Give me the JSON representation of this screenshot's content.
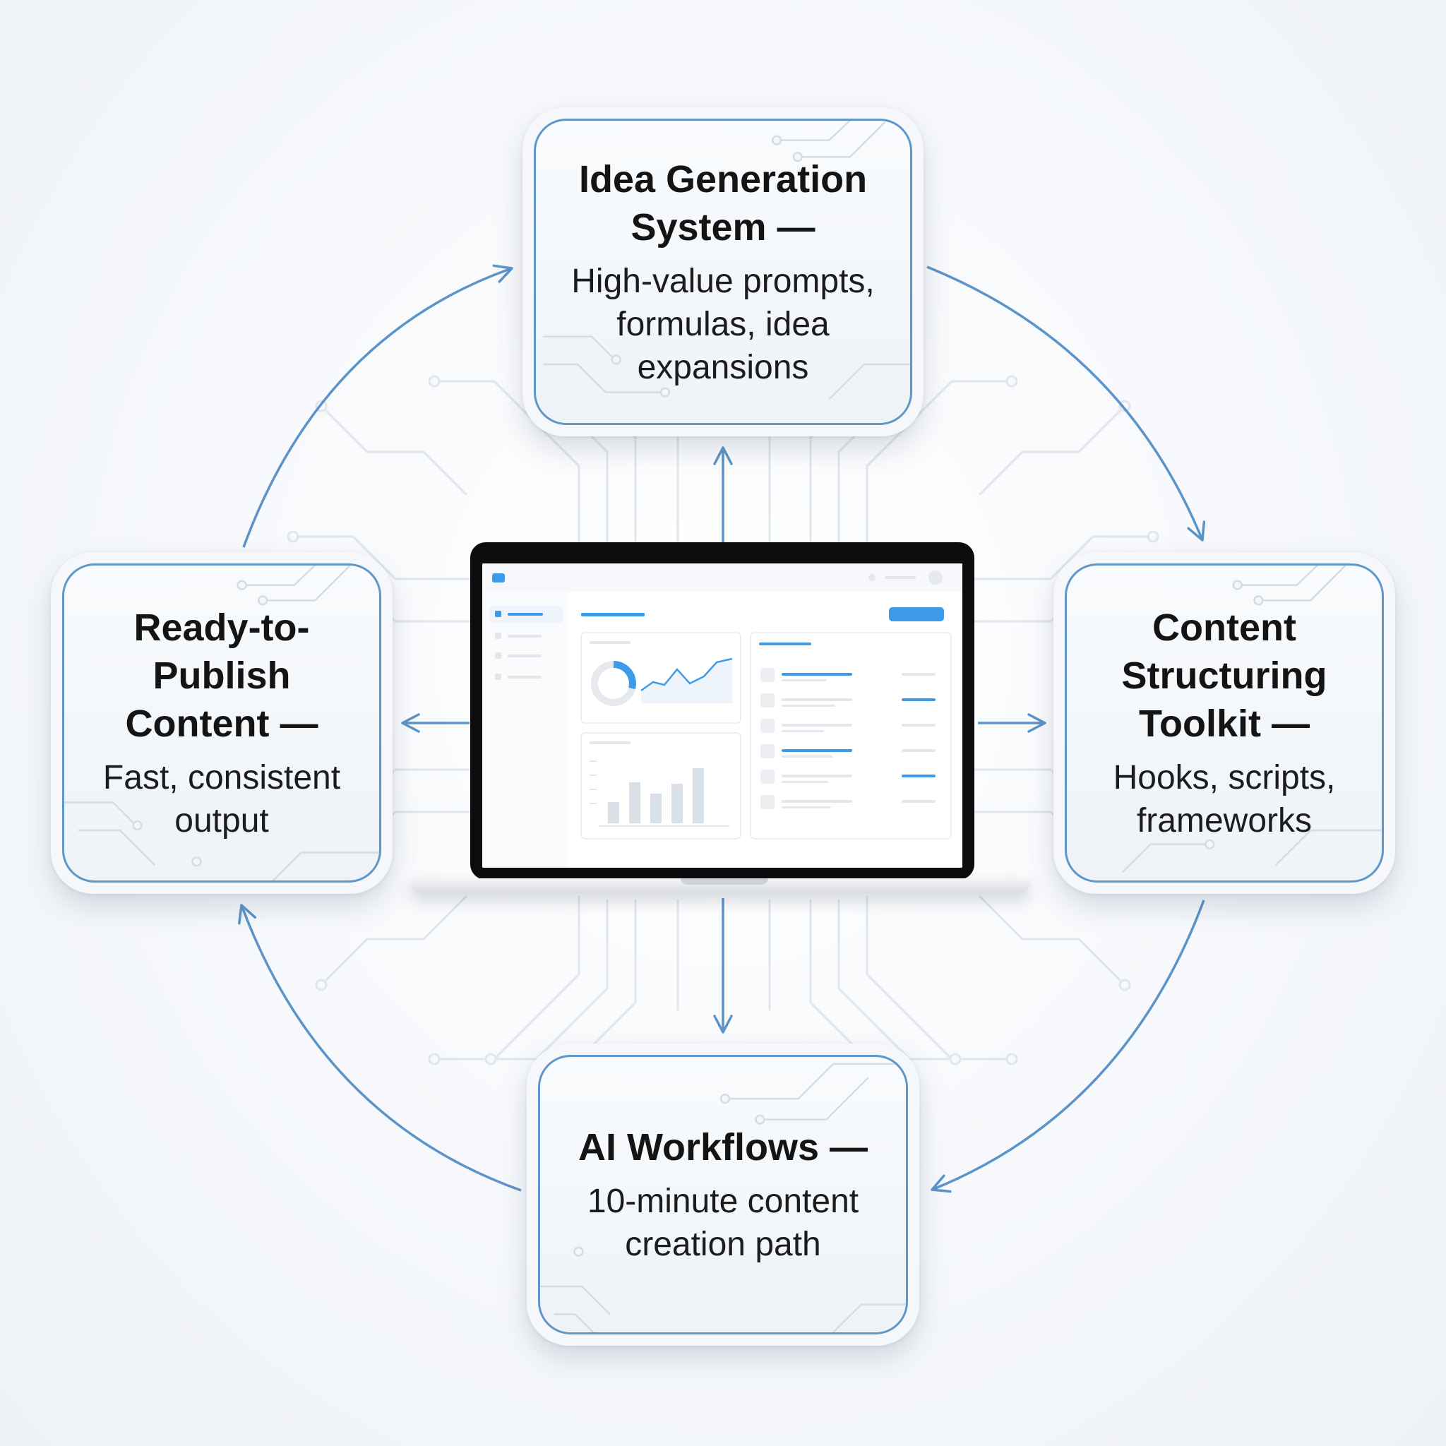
{
  "nodes": [
    {
      "id": "idea",
      "title": "Idea Generation\nSystem —",
      "description": "High-value prompts,\nformulas, idea\nexpansions"
    },
    {
      "id": "structuring",
      "title": "Content\nStructuring\nToolkit —",
      "description": "Hooks, scripts,\nframeworks"
    },
    {
      "id": "workflows",
      "title": "AI Workflows —",
      "description": "10-minute content\ncreation path"
    },
    {
      "id": "publish",
      "title": "Ready-to-\nPublish\nContent —",
      "description": "Fast, consistent\noutput"
    }
  ],
  "center": {
    "icon": "laptop-dashboard-icon"
  },
  "edges": [
    {
      "from": "center",
      "to": "idea",
      "style": "straight"
    },
    {
      "from": "center",
      "to": "structuring",
      "style": "straight"
    },
    {
      "from": "center",
      "to": "workflows",
      "style": "straight"
    },
    {
      "from": "center",
      "to": "publish",
      "style": "straight"
    },
    {
      "from": "idea",
      "to": "structuring",
      "style": "curved"
    },
    {
      "from": "structuring",
      "to": "workflows",
      "style": "curved"
    },
    {
      "from": "workflows",
      "to": "publish",
      "style": "curved"
    },
    {
      "from": "publish",
      "to": "idea",
      "style": "curved"
    }
  ],
  "colors": {
    "accent": "#5b94c8",
    "card_border": "#5e97c8",
    "title_text": "#141414",
    "circuit_lines": "#dfe4ea",
    "dashboard_blue": "#3d9be9"
  }
}
